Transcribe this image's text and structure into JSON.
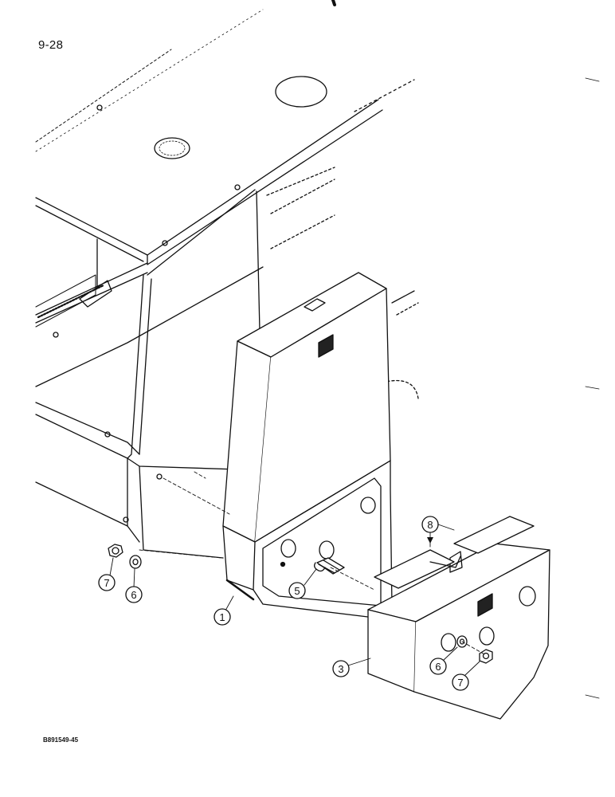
{
  "page": {
    "number": "9-28",
    "figure_code": "B891549-45"
  },
  "callouts": {
    "c1": "1",
    "c3": "3",
    "c5": "5",
    "c6a": "6",
    "c6b": "6",
    "c7a": "7",
    "c7b": "7",
    "c8": "8"
  }
}
